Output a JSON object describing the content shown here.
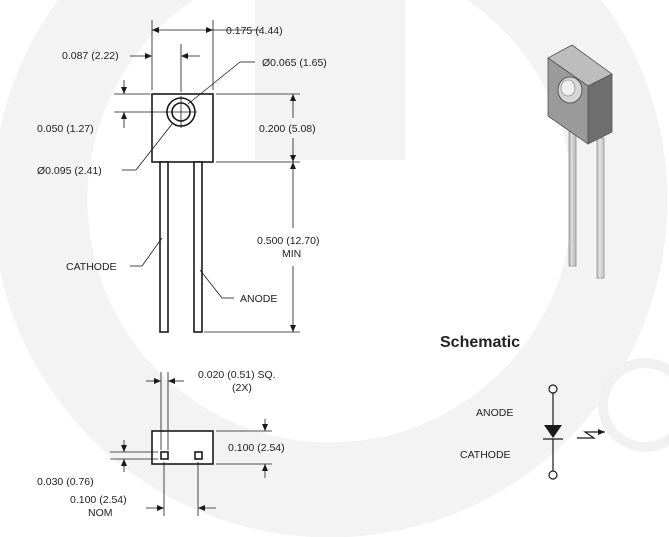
{
  "colors": {
    "watermark": "#f3f3f3",
    "ink": "#1a1a1a",
    "body_grey": "#8a8a8a",
    "lead_grey": "#bdbdbd"
  },
  "top_view": {
    "dims": {
      "overall_width": "0.175 (4.44)",
      "hole_offset": "0.087 (2.22)",
      "lens_dia": "Ø0.065 (1.65)",
      "hole_height": "0.050 (1.27)",
      "body_height": "0.200 (5.08)",
      "outer_dia": "Ø0.095 (2.41)",
      "lead_length_1": "0.500 (12.70)",
      "lead_length_2": "MIN"
    },
    "labels": {
      "cathode": "CATHODE",
      "anode": "ANODE"
    }
  },
  "bottom_view": {
    "dims": {
      "lead_sq_1": "0.020 (0.51) SQ.",
      "lead_sq_2": "(2X)",
      "height": "0.100 (2.54)",
      "lead_offset": "0.030 (0.76)",
      "spacing_1": "0.100 (2.54)",
      "spacing_2": "NOM"
    }
  },
  "schematic": {
    "title": "Schematic",
    "anode": "ANODE",
    "cathode": "CATHODE"
  }
}
